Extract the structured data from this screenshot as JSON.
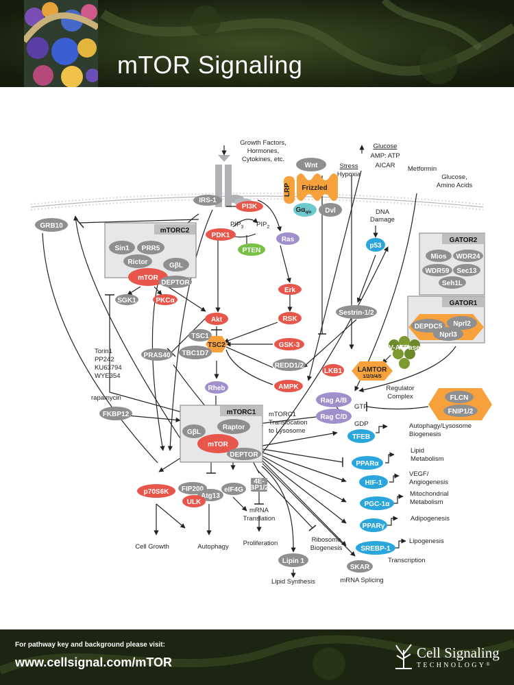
{
  "header": {
    "title": "mTOR Signaling"
  },
  "footer": {
    "note": "For pathway key and background please visit:",
    "url": "www.cellsignal.com/mTOR",
    "brand_line1": "Cell Signaling",
    "brand_line2": "TECHNOLOGY",
    "brand_mark": "®"
  },
  "colors": {
    "gray_node": "#8e8f91",
    "red_node": "#e8564b",
    "purple_node": "#9f90cc",
    "blue_node": "#2aa6dc",
    "green_node": "#77c043",
    "orange_node": "#f7a13c",
    "teal_node": "#6ec9cc",
    "header_bg": "#1b2510"
  },
  "diagram": {
    "complexes": {
      "mtorc2": "mTORC2",
      "mtorc1": "mTORC1",
      "gator2": "GATOR2",
      "gator1": "GATOR1"
    },
    "nodes": {
      "irs1": "IRS-1",
      "pi3k": "PI3K",
      "grb10": "GRB10",
      "pdk1": "PDK1",
      "pten": "PTEN",
      "ras": "Ras",
      "sin1": "Sin1",
      "prr5": "PRR5",
      "rictor": "Rictor",
      "gbl": "GβL",
      "mtor": "mTOR",
      "deptor": "DEPTOR",
      "sgk1": "SGK1",
      "pkca": "PKCα",
      "akt": "Akt",
      "erk": "Erk",
      "rsk": "RSK",
      "gsk3": "GSK-3",
      "tsc1": "TSC1",
      "tsc2": "TSC2",
      "tbc1d7": "TBC1D7",
      "pras40": "PRAS40",
      "redd1": "REDD1/2",
      "lkb1": "LKB1",
      "ampk": "AMPK",
      "rheb": "Rheb",
      "fkbp12": "FKBP12",
      "raptor": "Raptor",
      "wnt": "Wnt",
      "lrp": "LRP",
      "frizzled": "Frizzled",
      "galpha": "Gα",
      "galpha_sub": "q/o",
      "dvl": "Dvl",
      "p53": "p53",
      "sestrin": "Sestrin-1/2",
      "mios": "Mios",
      "wdr24": "WDR24",
      "wdr59": "WDR59",
      "sec13": "Sec13",
      "seh1l": "Seh1L",
      "depdc5": "DEPDC5",
      "nprl2": "Nprl2",
      "nprl3": "Nprl3",
      "vatpase": "V-ATPase",
      "lamtor": "LAMTOR",
      "lamtor_sub": "1/2/3/4/5",
      "ragab": "Rag A/B",
      "ragcd": "Rag C/D",
      "flcn": "FLCN",
      "fnip": "FNIP1/2",
      "tfeb": "TFEB",
      "ppara": "PPARα",
      "hif1": "HIF-1",
      "pgc1a": "PGC-1α",
      "pparg": "PPARγ",
      "srebp1": "SREBP-1",
      "p70s6k": "p70S6K",
      "fip200": "FIP200",
      "atg13": "Atg13",
      "ulk": "ULK",
      "eif4g": "eIF4G",
      "4ebp_1": "4E-",
      "4ebp_2": "BP1/2",
      "lipin1": "Lipin 1",
      "skar": "SKAR",
      "pip3": "PIP",
      "pip3_sub": "3",
      "pip2": "PIP",
      "pip2_sub": "2"
    },
    "labels": {
      "growth_1": "Growth Factors,",
      "growth_2": "Hormones,",
      "growth_3": "Cytokines, etc.",
      "stress": "Stress",
      "hypoxia": "Hypoxia",
      "glucose": "Glucose",
      "amp_atp": "AMP: ATP",
      "aicar": "AICAR",
      "metformin": "Metformin",
      "glu_aa_1": "Glucose,",
      "glu_aa_2": "Amino Acids",
      "dna_1": "DNA",
      "dna_2": "Damage",
      "torin_1": "Torin1",
      "torin_2": "PP242",
      "torin_3": "KU63794",
      "torin_4": "WYE354",
      "rapamycin": "rapamycin",
      "regulator_1": "Regulator",
      "regulator_2": "Complex",
      "gtp": "GTP",
      "gdp": "GDP",
      "transloc_1": "mTORC1",
      "transloc_2": "Translocation",
      "transloc_3": "to Lysosome",
      "autolys_1": "Autophagy/Lysosome",
      "autolys_2": "Biogenesis",
      "lipidmet_1": "Lipid",
      "lipidmet_2": "Metabolism",
      "vegf_1": "VEGF/",
      "vegf_2": "Angiogenesis",
      "mito_1": "Mitochondrial",
      "mito_2": "Metabolism",
      "adipo": "Adipogenesis",
      "lipogen": "Lipogenesis",
      "transcription": "Transcription",
      "cellgrowth": "Cell Growth",
      "autophagy": "Autophagy",
      "mrna_1": "mRNA",
      "mrna_2": "Translation",
      "proliferation": "Proliferation",
      "ribo_1": "Ribosome",
      "ribo_2": "Biogenesis",
      "lipidsyn": "Lipid Synthesis",
      "splicing": "mRNA Splicing"
    }
  }
}
